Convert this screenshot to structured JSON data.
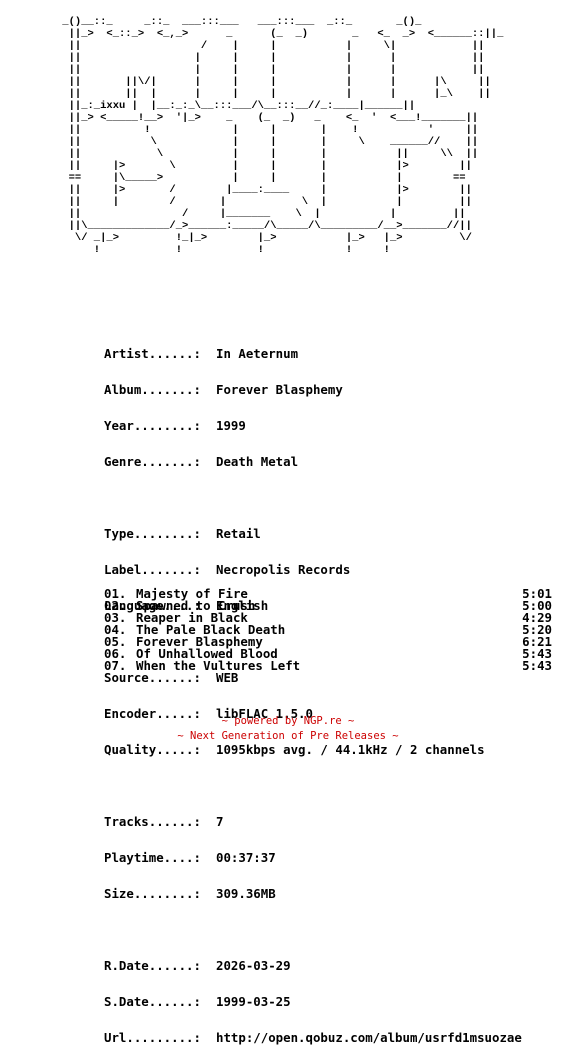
{
  "logo_art": " _()__::_     _::_  ___:::___   ___:::___  _::_       _()_\n  ||_>  <_::_>  <_,_>      _      (_  _)       _   <_  _>  <______::||_\n  ||                   /    |     |           |     \\|            ||\n  ||                  |     |     |           |      |            ||\n  ||                  |     |     |           |      |            ||\n  ||       ||\\/|      |     |     |           |      |      |\\     ||\n  ||       ||  |      |     |     |           |      |      |_\\    ||\n  ||_:_ixxu |  |__:_:_\\__:::___/\\__:::__//_:____|______||\n  ||_> <_____!__>  '|_>    _    (_  _)   _    <_  '  <___!_______||\n  ||          !             |     |       |    !           '     ||\n  ||           \\            |     |       |     \\    ______//    ||\n  ||            \\           |     |       |           ||     \\\\  ||\n  ||     |>       \\         |     |       |           |>        ||\n  ==     |\\_____>           |     |       |           |        ==\n  ||     |>       /        |____:____     |           |>        ||\n  ||     |        /       |            \\  |           |         ||\n  ||                /     |_______    \\  |           |         ||\n  ||\\_____________/_>______:_____/\\_____/\\_________/__>_______//||\n   \\/ _|_>         !_|_>        |_>           |_>   |_>         \\/\n      !            !            !             !     !",
  "info": {
    "artist": {
      "label": "Artist......:",
      "value": "In Aeternum"
    },
    "album": {
      "label": "Album.......:",
      "value": "Forever Blasphemy"
    },
    "year": {
      "label": "Year........:",
      "value": "1999"
    },
    "genre": {
      "label": "Genre.......:",
      "value": "Death Metal"
    },
    "type": {
      "label": "Type........:",
      "value": "Retail"
    },
    "label": {
      "label": "Label.......:",
      "value": "Necropolis Records"
    },
    "language": {
      "label": "Language....:",
      "value": "English"
    },
    "source": {
      "label": "Source......:",
      "value": "WEB"
    },
    "encoder": {
      "label": "Encoder.....:",
      "value": "libFLAC 1.5.0"
    },
    "quality": {
      "label": "Quality.....:",
      "value": "1095kbps avg. / 44.1kHz / 2 channels"
    },
    "tracks": {
      "label": "Tracks......:",
      "value": "7"
    },
    "playtime": {
      "label": "Playtime....:",
      "value": "00:37:37"
    },
    "size": {
      "label": "Size........:",
      "value": "309.36MB"
    },
    "rdate": {
      "label": "R.Date......:",
      "value": "2026-03-29"
    },
    "sdate": {
      "label": "S.Date......:",
      "value": "1999-03-25"
    },
    "url": {
      "label": "Url.........:",
      "value": "http://open.qobuz.com/album/usrfd1msuozae"
    }
  },
  "tracklist": [
    {
      "num": "01.",
      "title": "Majesty of Fire",
      "time": "5:01"
    },
    {
      "num": "02.",
      "title": "Spawned to Crush",
      "time": "5:00"
    },
    {
      "num": "03.",
      "title": "Reaper in Black",
      "time": "4:29"
    },
    {
      "num": "04.",
      "title": "The Pale Black Death",
      "time": "5:20"
    },
    {
      "num": "05.",
      "title": "Forever Blasphemy",
      "time": "6:21"
    },
    {
      "num": "06.",
      "title": "Of Unhallowed Blood",
      "time": "5:43"
    },
    {
      "num": "07.",
      "title": "When the Vultures Left",
      "time": "5:43"
    }
  ],
  "footer": {
    "line1": "~ powered by NGP.re ~",
    "line2": "~ Next Generation of Pre Releases ~",
    "color": "#cc0000"
  }
}
